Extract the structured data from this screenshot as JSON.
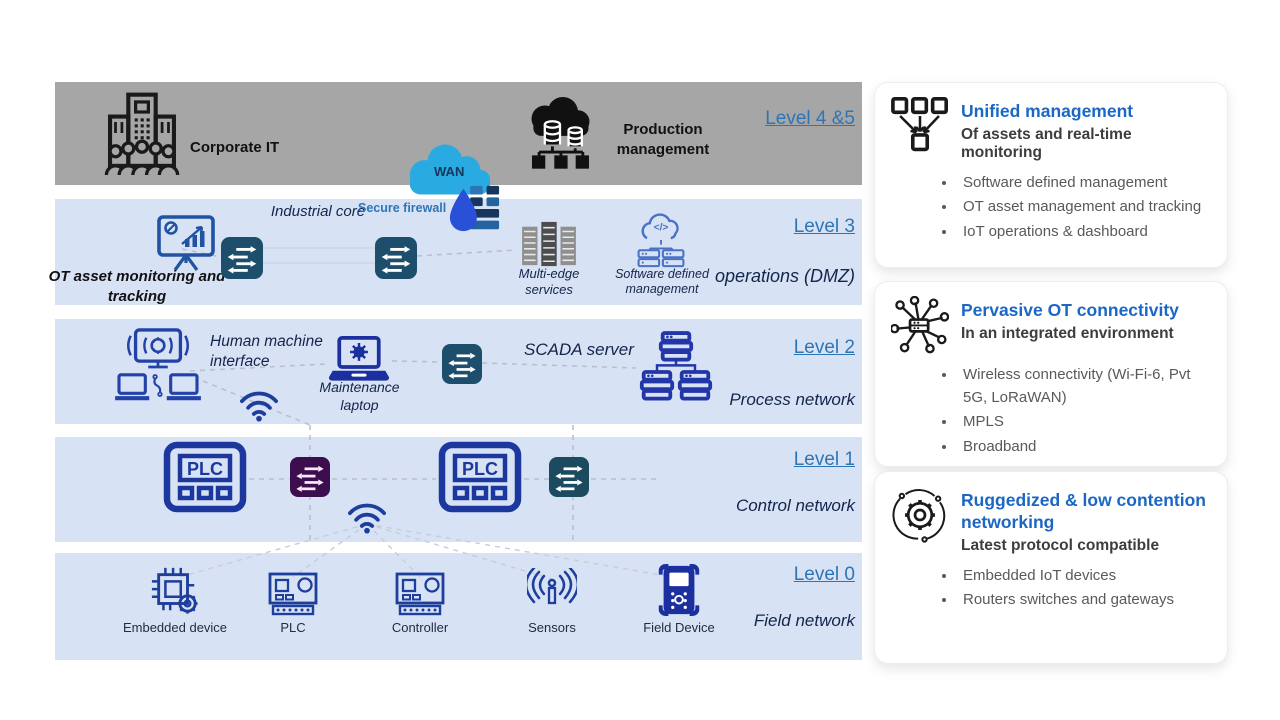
{
  "diagram": {
    "level45": {
      "label": "Level 4 &5",
      "corporate": "Corporate IT",
      "production": "Production management"
    },
    "wan": "WAN",
    "secure_firewall": "Secure firewall",
    "level3": {
      "label": "Level 3",
      "network": "operations (DMZ)",
      "ot_asset": "OT asset monitoring and tracking",
      "industrial_core": "Industrial core",
      "multi_edge": "Multi-edge services",
      "sdm": "Software defined management"
    },
    "level2": {
      "label": "Level 2",
      "network": "Process network",
      "hmi": "Human machine interface",
      "maintenance": "Maintenance laptop",
      "scada": "SCADA server"
    },
    "level1": {
      "label": "Level 1",
      "network": "Control network",
      "plc_text": "PLC"
    },
    "level0": {
      "label": "Level 0",
      "network": "Field network",
      "devices": [
        "Embedded device",
        "PLC",
        "Controller",
        "Sensors",
        "Field Device"
      ]
    }
  },
  "cards": [
    {
      "icon": "org-chart-icon",
      "title": "Unified management",
      "subtitle": "Of assets and real-time monitoring",
      "bullets": [
        "Software defined management",
        "OT asset management and tracking",
        "IoT operations & dashboard"
      ]
    },
    {
      "icon": "connectivity-hub-icon",
      "title": "Pervasive OT connectivity",
      "subtitle": "In an integrated environment",
      "bullets": [
        "Wireless connectivity (Wi-Fi-6, Pvt 5G, LoRaWAN)",
        "MPLS",
        "Broadband"
      ]
    },
    {
      "icon": "ruggedized-gear-icon",
      "title": "Ruggedized & low contention networking",
      "subtitle": "Latest protocol compatible",
      "bullets": [
        "Embedded IoT devices",
        "Routers switches and gateways"
      ]
    }
  ],
  "colors": {
    "band_gray": "#a6a6a6",
    "band_blue": "#d7e2f5",
    "level_link": "#2e75b6",
    "card_title": "#1b67c5",
    "switch_navy": "#1d4e6b",
    "switch_purple": "#3c0e4d",
    "switch_teal": "#1c4a5f",
    "icon_blue": "#2242a8",
    "solid_blue": "#1b2f9e",
    "wan_cloud": "#29abe2",
    "firewall_drop": "#2b50d8"
  }
}
